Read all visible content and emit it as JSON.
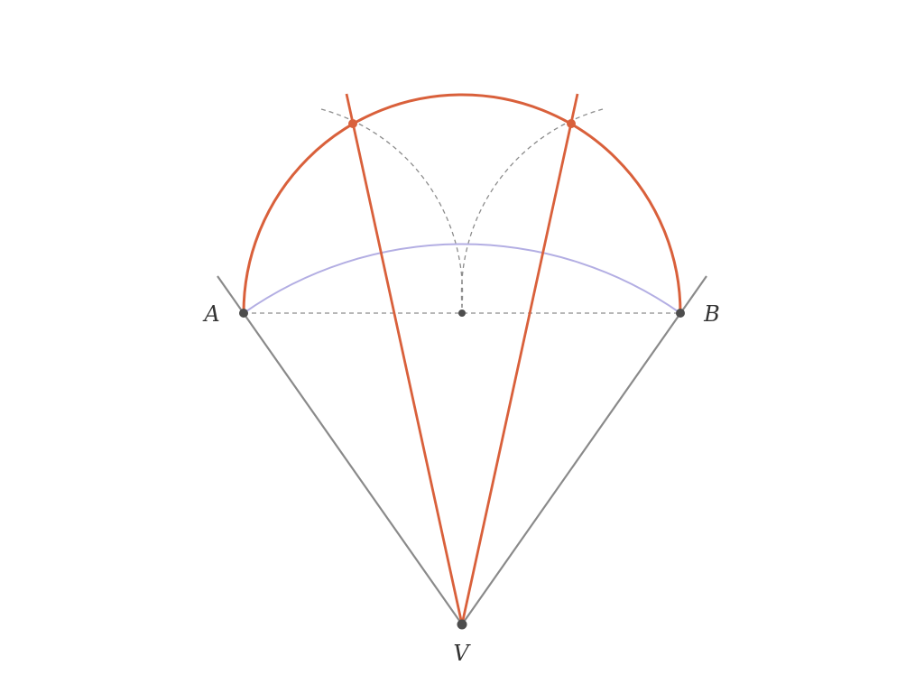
{
  "points": {
    "A": {
      "label": "A"
    },
    "B": {
      "label": "B"
    },
    "V": {
      "label": "V"
    }
  },
  "colors": {
    "background": "#ffffff",
    "construction_dashed": "#8c8c8c",
    "angle_sides": "#8a8a8a",
    "trisector": "#d9603b",
    "semicircle": "#d9603b",
    "arc_ab": "#b3aee3",
    "point_fill": "#4d4d4d",
    "label_text": "#333333"
  },
  "icons": {
    "point_marker": "filled-circle"
  }
}
